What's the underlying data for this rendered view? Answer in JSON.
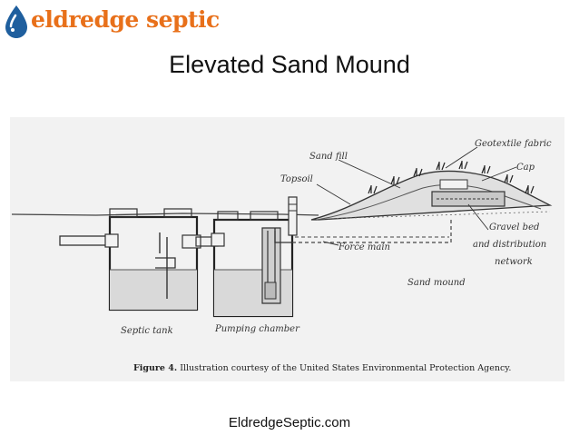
{
  "logo": {
    "text": "eldredge septic",
    "text_color": "#e8701a",
    "emblem_color": "#1f5f9e"
  },
  "title": "Elevated Sand Mound",
  "diagram": {
    "background": "#f2f2f2",
    "labels": {
      "sand_fill": "Sand fill",
      "geotextile_fabric": "Geotextile fabric",
      "cap": "Cap",
      "topsoil": "Topsoil",
      "gravel_bed_1": "Gravel bed",
      "gravel_bed_2": "and distribution",
      "gravel_bed_3": "network",
      "force_main": "Force main",
      "sand_mound": "Sand mound",
      "septic_tank": "Septic tank",
      "pumping_chamber": "Pumping chamber"
    },
    "caption_bold": "Figure 4.",
    "caption_text": "Illustration courtesy of the United States Environmental Protection Agency."
  },
  "footer": "EldredgeSeptic.com"
}
